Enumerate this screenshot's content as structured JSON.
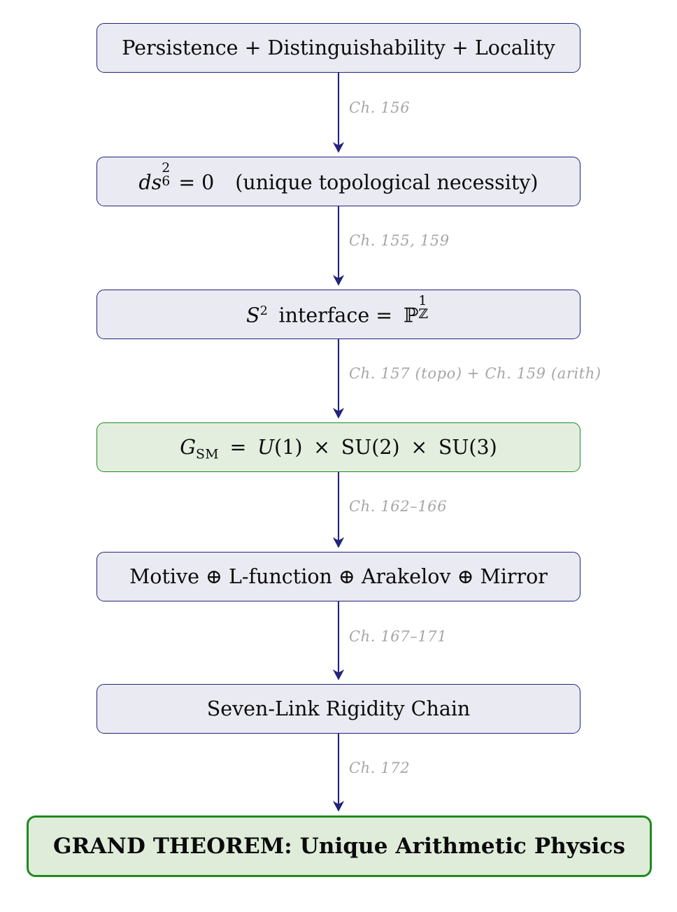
{
  "diagram": {
    "title": "Grand Theorem derivation flowchart",
    "type": "flowchart",
    "orientation": "top-to-bottom",
    "colors": {
      "navy_border": "#23237c",
      "navy_fill": "#eaeaf2",
      "green_border": "#1f8a20",
      "green_fill": "#e3eede",
      "grand_fill": "#dfecda",
      "edge_stroke": "#23237c",
      "edge_label": "#a6a6a6",
      "text": "#0b0b0b",
      "background": "#ffffff"
    },
    "nodes": [
      {
        "id": "premises",
        "text": "Persistence + Distinguishability + Locality",
        "style": "navy"
      },
      {
        "id": "ds6",
        "text": "ds_6^2 = 0   (unique topological necessity)",
        "style": "navy"
      },
      {
        "id": "interface",
        "text": "S^2 interface = P^1_Z",
        "style": "navy"
      },
      {
        "id": "gsm",
        "text": "G_SM = U(1) x SU(2) x SU(3)",
        "style": "green"
      },
      {
        "id": "motive",
        "text": "Motive ⊕ L-function ⊕ Arakelov ⊕ Mirror",
        "style": "navy"
      },
      {
        "id": "sevenlink",
        "text": "Seven-Link Rigidity Chain",
        "style": "navy"
      },
      {
        "id": "grand",
        "text": "GRAND THEOREM: Unique Arithmetic Physics",
        "style": "green-bold"
      }
    ],
    "edges": [
      {
        "from": "premises",
        "to": "ds6",
        "label": "Ch. 156"
      },
      {
        "from": "ds6",
        "to": "interface",
        "label": "Ch. 155, 159"
      },
      {
        "from": "interface",
        "to": "gsm",
        "label": "Ch. 157 (topo) + Ch. 159 (arith)"
      },
      {
        "from": "gsm",
        "to": "motive",
        "label": "Ch. 162–166"
      },
      {
        "from": "motive",
        "to": "sevenlink",
        "label": "Ch. 167–171"
      },
      {
        "from": "sevenlink",
        "to": "grand",
        "label": "Ch. 172"
      }
    ],
    "node_text_parts": {
      "premises": "Persistence + Distinguishability + Locality",
      "ds6_lhs": "ds",
      "ds6_sup": "2",
      "ds6_sub": "6",
      "ds6_eq": "= 0",
      "ds6_paren": "(unique topological necessity)",
      "interface_S": "S",
      "interface_S_sup": "2",
      "interface_word": "interface =",
      "interface_P": "ℙ",
      "interface_P_sup": "1",
      "interface_P_sub": "ℤ",
      "gsm_G": "G",
      "gsm_sub": "SM",
      "gsm_eq": "=",
      "gsm_U": "U",
      "gsm_U1": "(1)",
      "gsm_times1": "×",
      "gsm_su2": "SU(2)",
      "gsm_times2": "×",
      "gsm_su3": "SU(3)",
      "motive": "Motive ⊕ L-function ⊕ Arakelov ⊕ Mirror",
      "sevenlink": "Seven-Link Rigidity Chain",
      "grand": "GRAND THEOREM: Unique Arithmetic Physics"
    }
  }
}
